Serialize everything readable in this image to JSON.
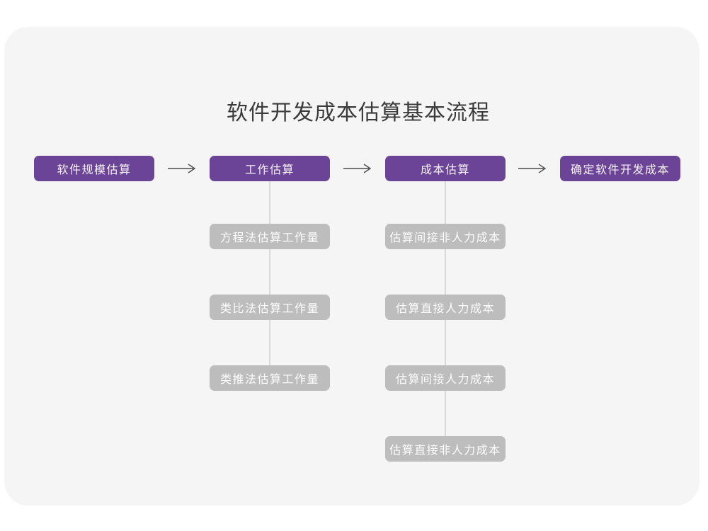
{
  "title": "软件开发成本估算基本流程",
  "diagram": {
    "main_steps": [
      {
        "label": "软件规模估算"
      },
      {
        "label": "工作估算"
      },
      {
        "label": "成本估算"
      },
      {
        "label": "确定软件开发成本"
      }
    ],
    "work_estimation_methods": [
      {
        "label": "方程法估算工作量"
      },
      {
        "label": "类比法估算工作量"
      },
      {
        "label": "类推法估算工作量"
      }
    ],
    "cost_estimation_steps": [
      {
        "label": "估算间接非人力成本"
      },
      {
        "label": "估算直接人力成本"
      },
      {
        "label": "估算间接人力成本"
      },
      {
        "label": "估算直接非人力成本"
      }
    ]
  },
  "colors": {
    "accent_purple": "#6b4397",
    "sub_node_gray": "#bdbdbd",
    "connector_gray": "#d9d9d9",
    "arrow_gray": "#4a4a4a",
    "canvas_background": "#f5f5f6",
    "page_background": "#ffffff",
    "title_text": "#3b3b3b",
    "node_text": "#ffffff"
  }
}
